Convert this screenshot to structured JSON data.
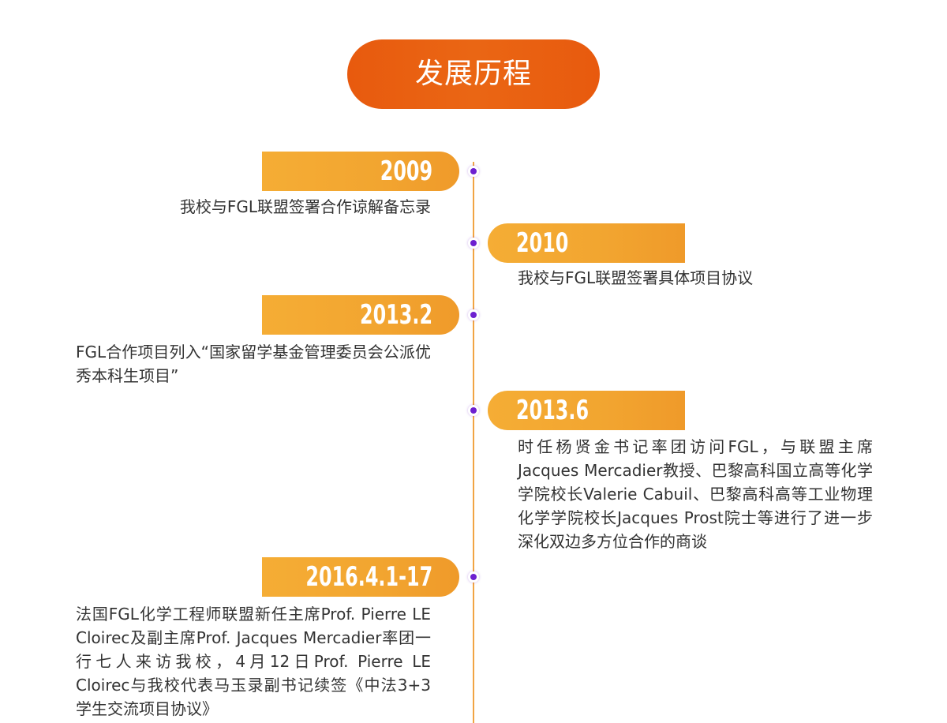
{
  "header": {
    "title": "发展历程"
  },
  "timeline": [
    {
      "year": "2009",
      "text": "我校与FGL联盟签署合作谅解备忘录"
    },
    {
      "year": "2010",
      "text": "我校与FGL联盟签署具体项目协议"
    },
    {
      "year": "2013.2",
      "text": "FGL合作项目列入“国家留学基金管理委员会公派优秀本科生项目”"
    },
    {
      "year": "2013.6",
      "text": "时任杨贤金书记率团访问FGL，与联盟主席Jacques Mercadier教授、巴黎高科国立高等化学学院校长Valerie Cabuil、巴黎高科高等工业物理化学学院校长Jacques Prost院士等进行了进一步深化双边多方位合作的商谈"
    },
    {
      "year": "2016.4.1-17",
      "text": "法国FGL化学工程师联盟新任主席Prof. Pierre LE Cloirec及副主席Prof. Jacques Mercadier率团一行七人来访我校，4月12日Prof. Pierre LE Cloirec与我校代表马玉录副书记续签《中法3+3学生交流项目协议》"
    }
  ],
  "colors": {
    "header_bg": "#e85a0e",
    "tag_bg": "#f3a632",
    "axis": "#f1a443",
    "dot": "#6d1fd0"
  }
}
